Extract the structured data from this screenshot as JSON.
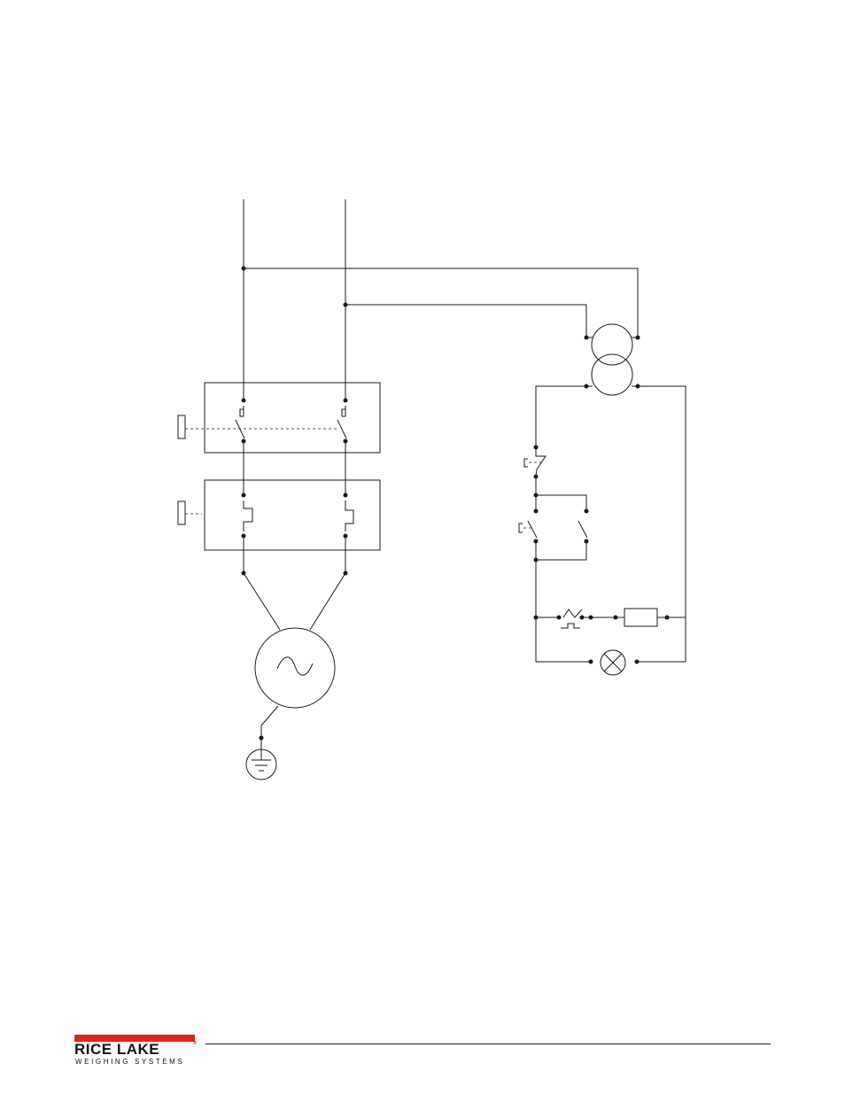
{
  "brand": {
    "name": "RICE LAKE",
    "registered_mark": "®",
    "tagline": "WEIGHING SYSTEMS",
    "color": "#e2231a"
  },
  "diagram": {
    "components": [
      "power-line-l1",
      "power-line-l2",
      "circuit-breaker",
      "thermal-overload",
      "motor-ac",
      "ground-earth",
      "control-transformer",
      "stop-pushbutton-nc",
      "start-pushbutton-no",
      "holding-contact-no",
      "overload-contact-nc",
      "contactor-coil",
      "indicator-lamp"
    ],
    "ac_symbol": "~"
  }
}
